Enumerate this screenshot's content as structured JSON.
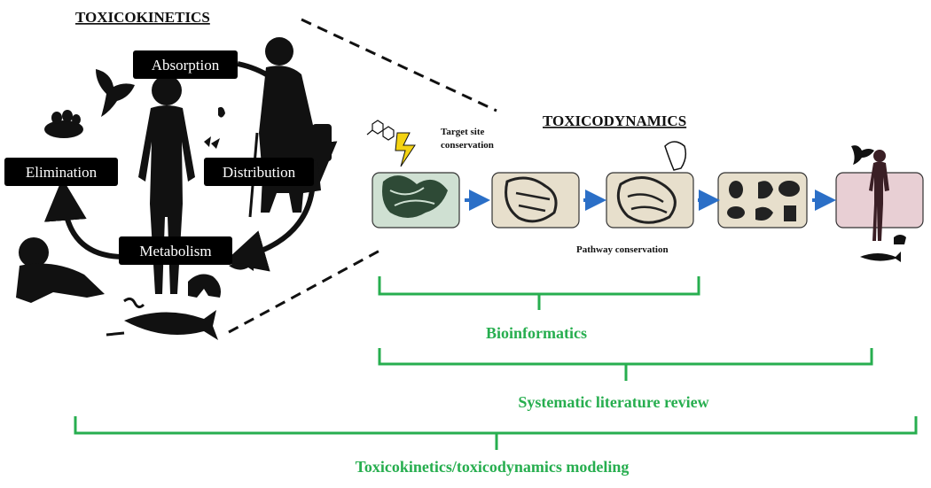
{
  "diagram": {
    "toxicokinetics_title": "TOXICOKINETICS",
    "toxicodynamics_title": "TOXICODYNAMICS",
    "steps": {
      "absorption": "Absorption",
      "distribution": "Distribution",
      "metabolism": "Metabolism",
      "elimination": "Elimination"
    },
    "annotations": {
      "target_site_line1": "Target site",
      "target_site_line2": "conservation",
      "pathway": "Pathway conservation"
    },
    "brackets": {
      "bioinformatics": "Bioinformatics",
      "literature_review": "Systematic literature review",
      "modeling": "Toxicokinetics/toxicodynamics modeling"
    },
    "colors": {
      "bracket_green": "#27ae4f",
      "arrow_blue": "#2b6fc7",
      "panel_green": "#cfe0d2",
      "panel_tan": "#e7dfcc",
      "panel_pink": "#e8cfd4",
      "label_box": "#000000"
    }
  }
}
